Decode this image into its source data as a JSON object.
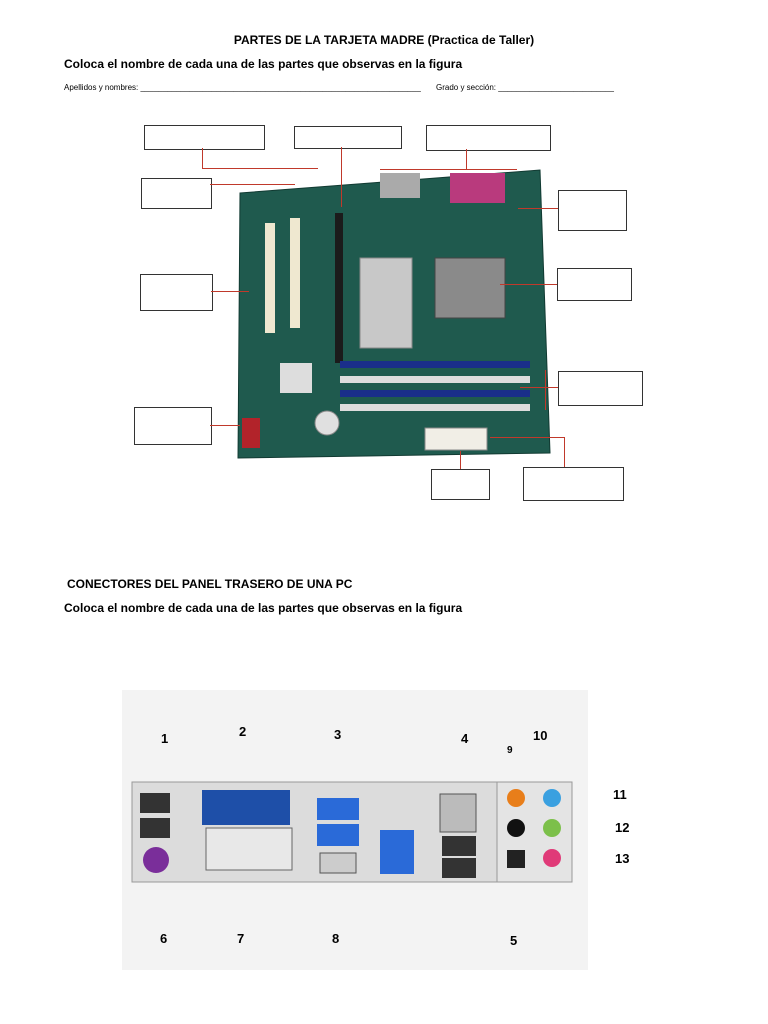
{
  "title": "PARTES DE LA TARJETA MADRE (Practica de Taller)",
  "instruction_1": "Coloca el nombre de cada una de las partes que observas en la figura",
  "student_line": {
    "name_label": "Apellidos y nombres: _______________________________________________________________",
    "grade_label": "Grado y sección: __________________________"
  },
  "section_2_title": "CONECTORES DEL PANEL TRASERO DE UNA PC",
  "instruction_2": "Coloca el nombre de cada una de las partes que observas en la figura",
  "port_numbers": [
    "1",
    "2",
    "3",
    "4",
    "5",
    "6",
    "7",
    "8",
    "9",
    "10",
    "11",
    "12",
    "13"
  ]
}
